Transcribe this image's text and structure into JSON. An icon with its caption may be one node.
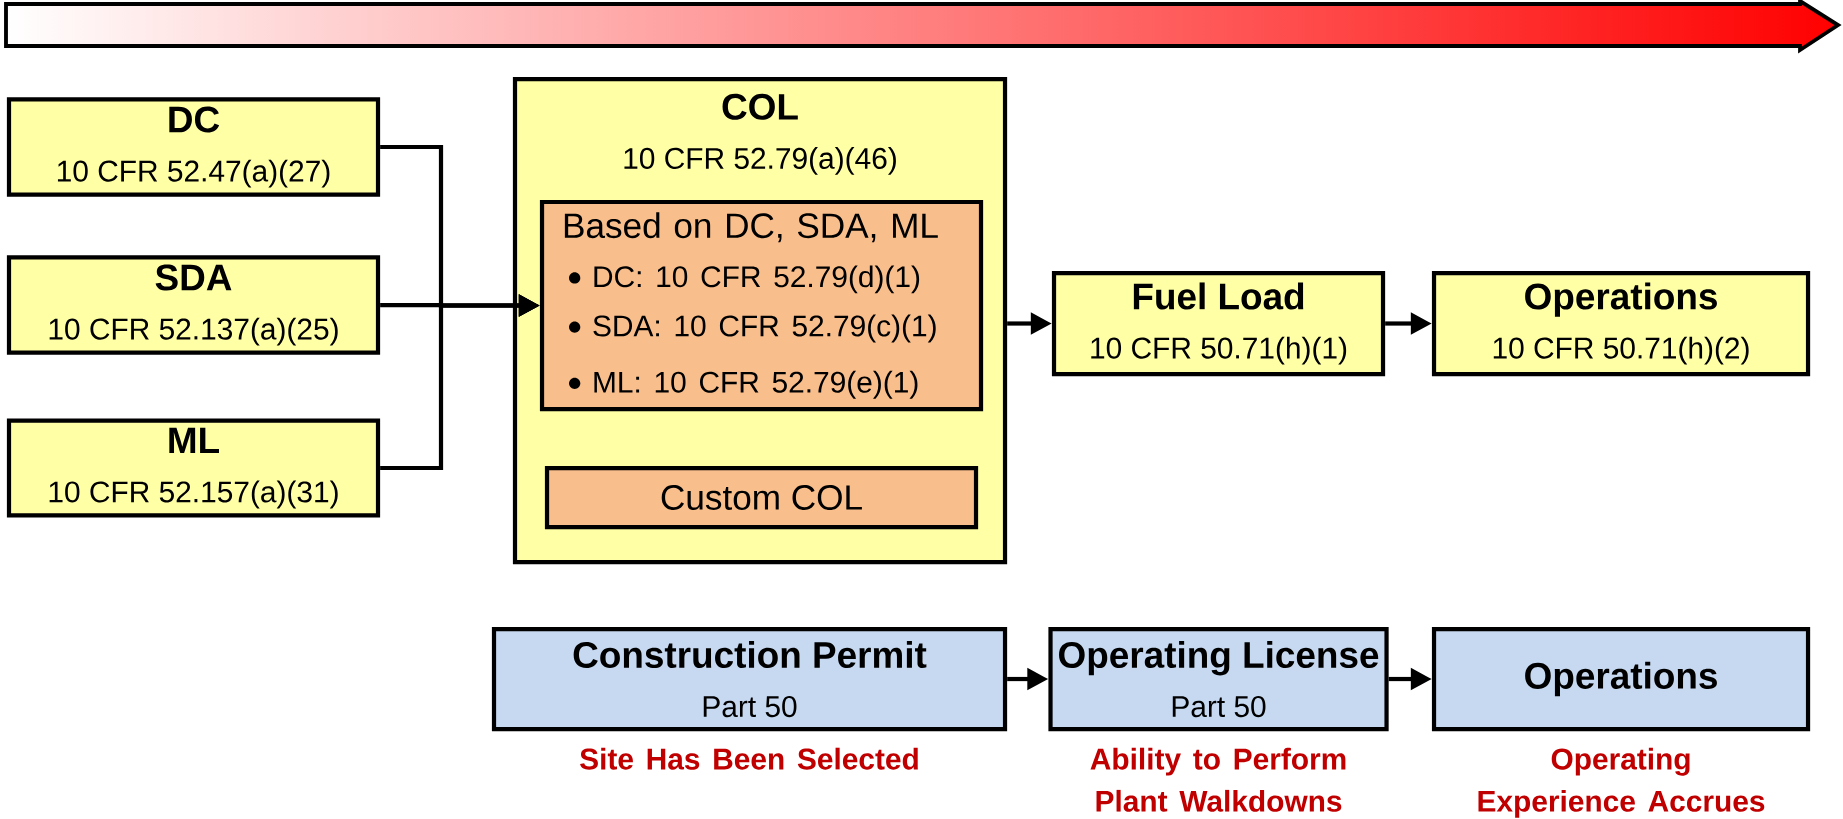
{
  "diagram": {
    "nodes": [
      {
        "text": [
          "DC",
          "10 CFR 52.47(a)(27)"
        ]
      },
      {
        "text": [
          "SDA",
          "10 CFR 52.137(a)(25)"
        ]
      },
      {
        "text": [
          "ML",
          "10 CFR 52.157(a)(31)"
        ]
      },
      {
        "text": [
          "COL",
          "10 CFR 52.79(a)(46)"
        ]
      },
      {
        "text": [
          "Based on DC, SDA, ML",
          "DC: 10 CFR 52.79(d)(1)",
          "SDA: 10 CFR 52.79(c)(1)",
          "ML: 10 CFR 52.79(e)(1)"
        ],
        "in": 3
      },
      {
        "text": [
          "Custom COL"
        ],
        "in": 3
      },
      {
        "text": [
          "Fuel Load",
          "10 CFR 50.71(h)(1)"
        ]
      },
      {
        "text": [
          "Operations",
          "10 CFR 50.71(h)(2)"
        ]
      },
      {
        "text": [
          "Construction Permit",
          "Part 50"
        ],
        "beside": [
          "Site Has Been Selected"
        ]
      },
      {
        "text": [
          "Operating License",
          "Part 50"
        ],
        "beside": [
          "Ability to Perform Plant Walkdowns"
        ]
      },
      {
        "text": [
          "Operations"
        ],
        "beside": [
          "Operating Experience Accrues"
        ]
      }
    ],
    "edges": [
      {
        "from": 0,
        "to": 4,
        "arrow": "to"
      },
      {
        "from": 1,
        "to": 4,
        "arrow": "to"
      },
      {
        "from": 2,
        "to": 4,
        "arrow": "to"
      },
      {
        "from": 3,
        "to": 6,
        "arrow": "to"
      },
      {
        "from": 6,
        "to": 7,
        "arrow": "to"
      },
      {
        "from": 8,
        "to": 9,
        "arrow": "to"
      },
      {
        "from": 9,
        "to": 10,
        "arrow": "to"
      }
    ]
  }
}
